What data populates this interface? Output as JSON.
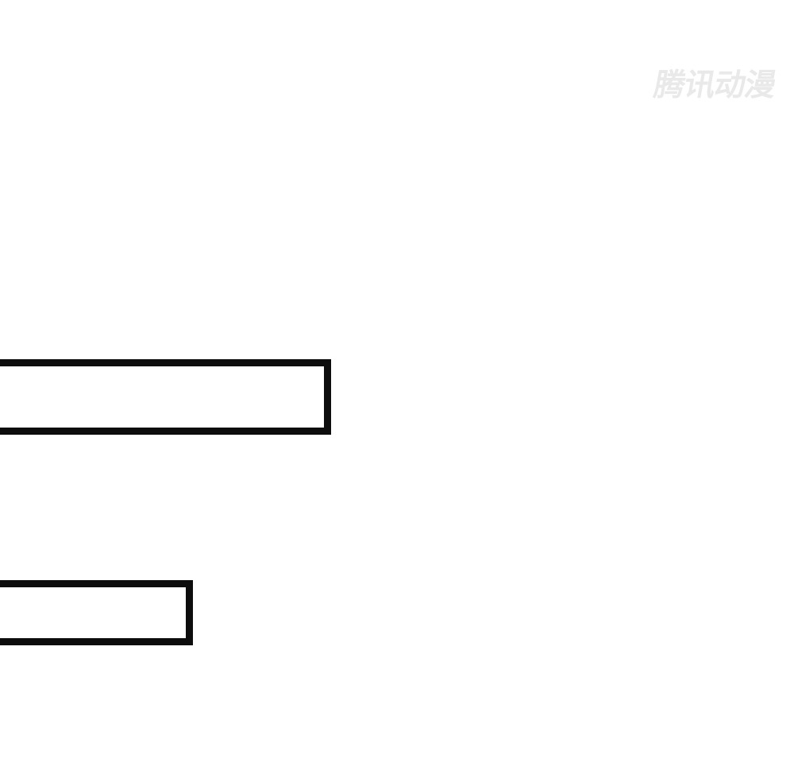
{
  "page": {
    "type": "comic-page",
    "background_color": "#ffffff",
    "watermark": {
      "text": "腾讯动漫",
      "meaning": "Tencent Comics watermark",
      "color": "#e9e9e9"
    },
    "speech_boxes": {
      "border_color": "#0d0d0d",
      "items": [
        {
          "text": ""
        },
        {
          "text": ""
        }
      ]
    }
  }
}
